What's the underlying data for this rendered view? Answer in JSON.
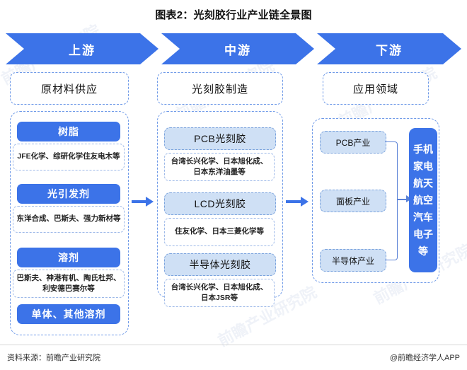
{
  "title": "图表2：光刻胶行业产业链全景图",
  "banner": {
    "segments": [
      {
        "label": "上游"
      },
      {
        "label": "中游"
      },
      {
        "label": "下游"
      }
    ]
  },
  "columns": {
    "upstream": {
      "header": "原材料供应",
      "pills": [
        {
          "label": "树脂"
        },
        {
          "label": "光引发剂"
        },
        {
          "label": "溶剂"
        },
        {
          "label": "单体、其他溶剂"
        }
      ],
      "suppliers": [
        {
          "text": "JFE化学、综研化学住友电木等"
        },
        {
          "text": "东洋合成、巴斯夫、强力新材等"
        },
        {
          "text": "巴斯夫、神港有机、陶氏杜邦、利安德巴赛尔等"
        }
      ]
    },
    "midstream": {
      "header": "光刻胶制造",
      "products": [
        {
          "label": "PCB光刻胶",
          "suppliers": "台湾长兴化学、日本旭化成、日本东洋油墨等"
        },
        {
          "label": "LCD光刻胶",
          "suppliers": "住友化学、日本三菱化学等"
        },
        {
          "label": "半导体光刻胶",
          "suppliers": "台湾长兴化学、日本旭化成、日本JSR等"
        }
      ]
    },
    "downstream": {
      "header": "应用领域",
      "industries": [
        {
          "label": "PCB产业"
        },
        {
          "label": "面板产业"
        },
        {
          "label": "半导体产业"
        }
      ],
      "applications": [
        "手机",
        "家电",
        "航天",
        "航空",
        "汽车",
        "电子",
        "等"
      ]
    }
  },
  "footer": {
    "source": "资料来源：前瞻产业研究院",
    "credit": "@前瞻经济学人APP"
  },
  "watermark": "前瞻产业研究院",
  "colors": {
    "primary_blue": "#3C73E8",
    "light_blue": "#cfe0f5",
    "dashed_border": "#6f9ae8"
  }
}
